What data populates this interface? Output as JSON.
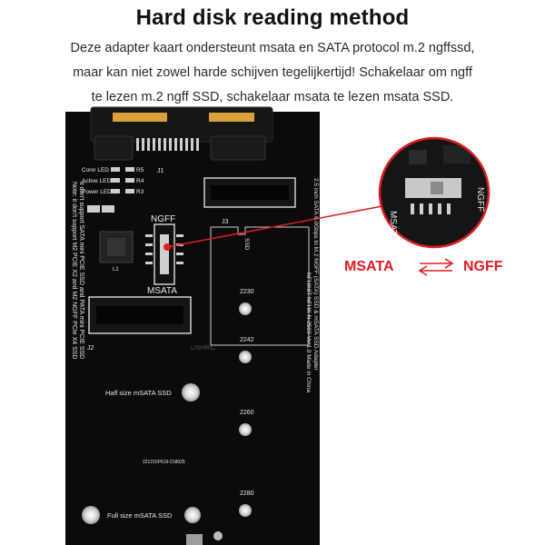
{
  "header": {
    "title": "Hard disk reading method",
    "lines": [
      "Deze adapter kaart ondersteunt msata en SATA protocol m.2 ngffssd,",
      "maar kan niet zowel harde schijven tegelijkertijd! Schakelaar om ngff",
      "te lezen m.2 ngff SSD, schakelaar msata te lezen msata SSD."
    ]
  },
  "switch_callout": {
    "msata": "MSATA",
    "ngff": "NGFF",
    "zoom_msata": "MSATA",
    "zoom_ngff": "NGFF"
  },
  "board": {
    "leds": [
      "Conn LED",
      "Active LED",
      "Power LED"
    ],
    "resistors": [
      "R5",
      "R4",
      "R3"
    ],
    "j1": "J1",
    "j2": "J2",
    "j3": "J3",
    "ngff_label": "NGFF",
    "msata_label": "MSATA",
    "ssd_label": "SSD",
    "sizes": [
      "2230",
      "2242",
      "2260",
      "2280"
    ],
    "half_size": "Half size mSATA SSD",
    "full_size": "Full size mSATA SSD",
    "note_lines": [
      "Note: it don't support M2 PCIE X2 and M2 NGFF PCIe X4 SSD",
      "it don't support SATA mini PCIE SSD and PATA mini PCIE SSD"
    ],
    "model_lines": [
      "2.5 inch SATA 6.0Gbps to M.2 NGFF (SATA) SSD & mSATA SSD Adapter",
      "NFHK8T NFHK N-2593 Ver1.0 Made in China"
    ],
    "serial": "221215P619-218025",
    "watermark": "LISHRIC",
    "l1": "L1"
  },
  "colors": {
    "board": "#0b0b0b",
    "gold": "#d9a13a",
    "silk": "#e8e8e8",
    "accent_red": "#e11c23"
  }
}
